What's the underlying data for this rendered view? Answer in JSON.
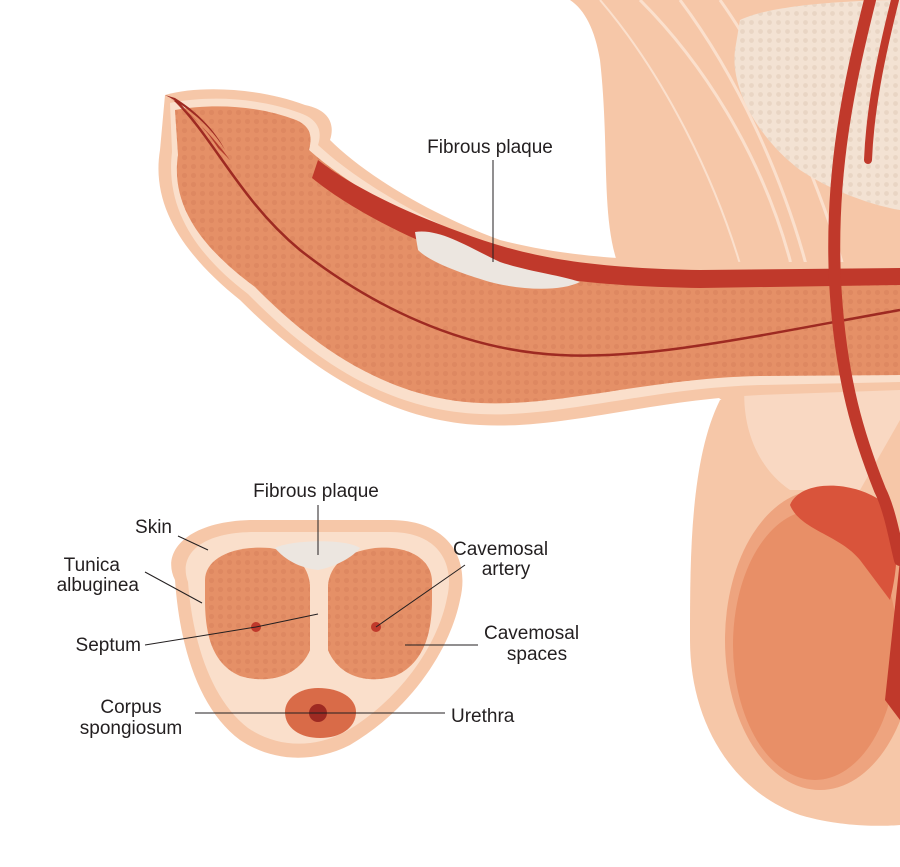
{
  "colors": {
    "skin": "#f6c7a8",
    "skin_light": "#fadfcb",
    "tissue": "#e59067",
    "tissue_dark": "#d97b55",
    "vessel": "#c0392b",
    "vessel_dark": "#9e2a22",
    "plaque": "#ece6e0",
    "bone": "#f3e2d3",
    "line": "#231f20"
  },
  "labels": {
    "side_fibrous_plaque": "Fibrous plaque",
    "cross_fibrous_plaque": "Fibrous plaque",
    "skin": "Skin",
    "tunica_line1": "Tunica",
    "tunica_line2": "albuginea",
    "septum": "Septum",
    "corpus_line1": "Corpus",
    "corpus_line2": "spongiosum",
    "cavemosal_artery_line1": "Cavemosal",
    "cavemosal_artery_line2": "artery",
    "cavemosal_spaces_line1": "Cavemosal",
    "cavemosal_spaces_line2": "spaces",
    "urethra": "Urethra"
  }
}
